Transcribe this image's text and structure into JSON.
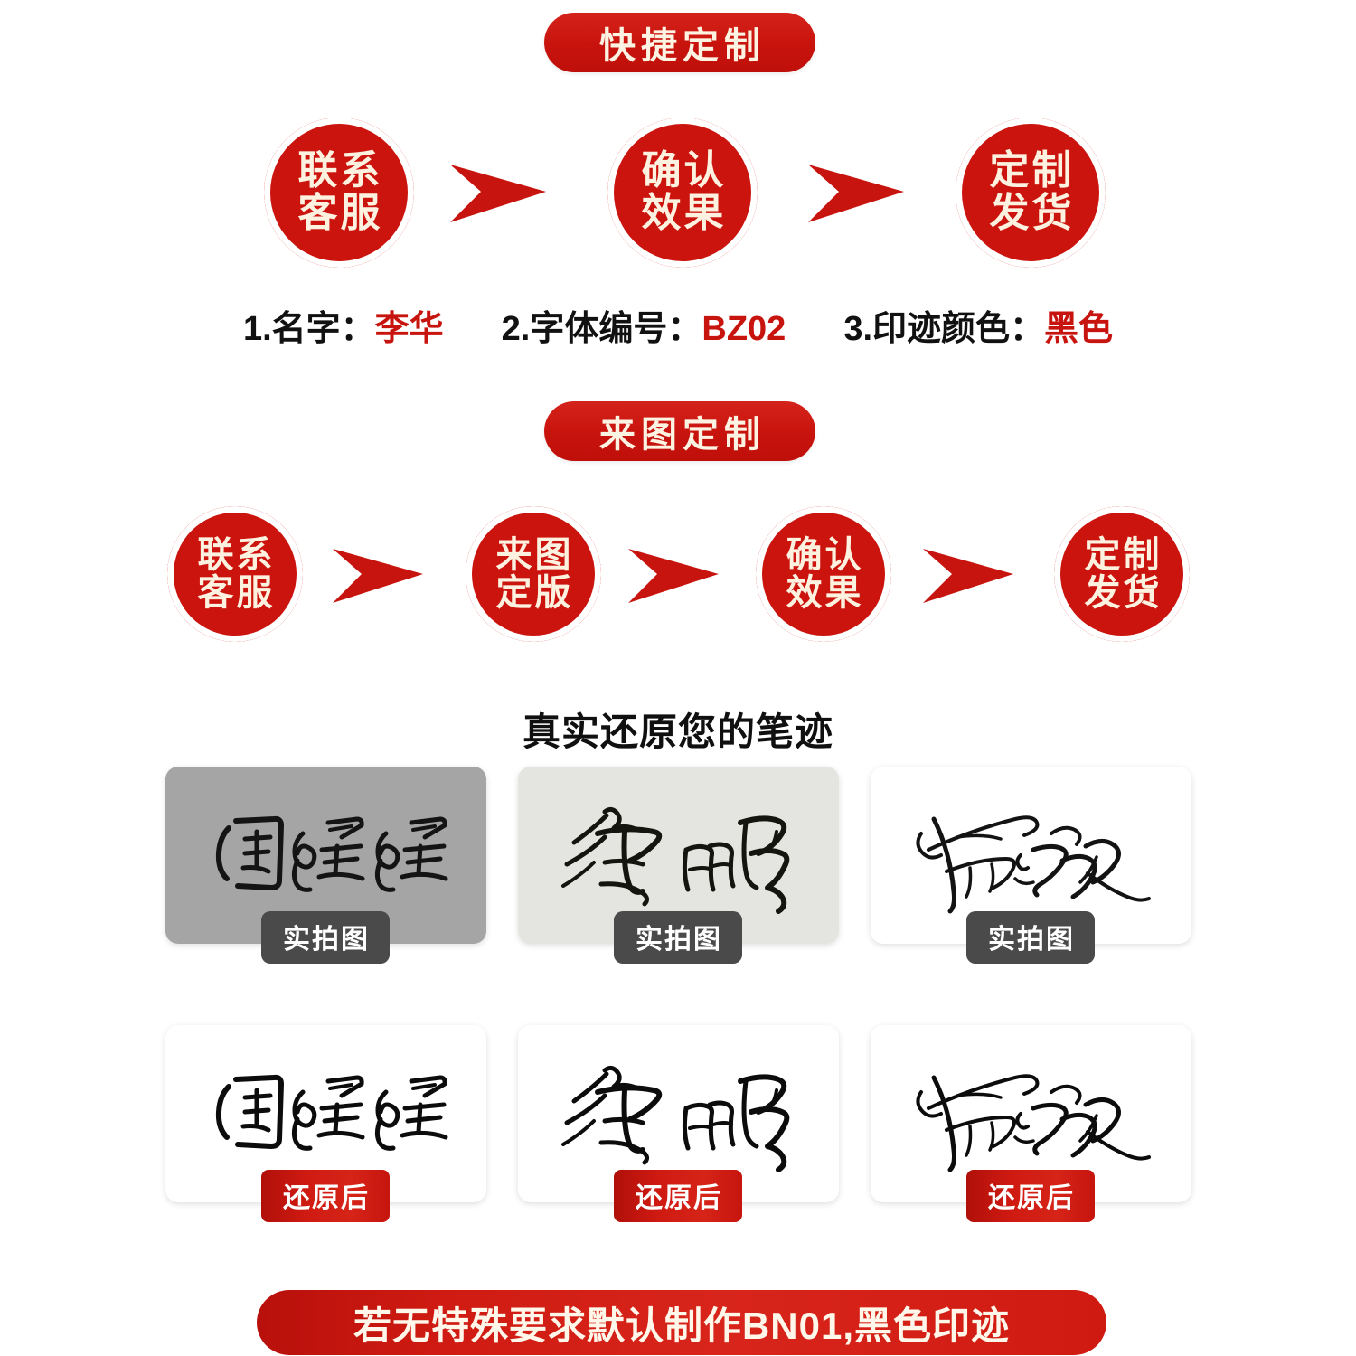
{
  "banners": {
    "quick_custom": "快捷定制",
    "image_custom": "来图定制",
    "footer_note": "若无特殊要求默认制作BN01,黑色印迹"
  },
  "flow_quick": {
    "steps": [
      {
        "line1": "联系",
        "line2": "客服"
      },
      {
        "line1": "确认",
        "line2": "效果"
      },
      {
        "line1": "定制",
        "line2": "发货"
      }
    ],
    "arrow_icon": "arrow-right-icon"
  },
  "flow_image": {
    "steps": [
      {
        "line1": "联系",
        "line2": "客服"
      },
      {
        "line1": "来图",
        "line2": "定版"
      },
      {
        "line1": "确认",
        "line2": "效果"
      },
      {
        "line1": "定制",
        "line2": "发货"
      }
    ],
    "arrow_icon": "arrow-right-icon"
  },
  "specs": [
    {
      "index": "1.",
      "label": "名字：",
      "value": "李华"
    },
    {
      "index": "2.",
      "label": "字体编号：",
      "value": "BZ02"
    },
    {
      "index": "3.",
      "label": "印迹颜色：",
      "value": "黑色"
    }
  ],
  "section_heading": "真实还原您的笔迹",
  "samples": {
    "real_row": {
      "badge_label": "实拍图",
      "cards": [
        {
          "name": "围猩猩",
          "bg": "#a5a5a5"
        },
        {
          "name": "徐鹏",
          "bg": "#e4e4e0"
        },
        {
          "name": "蔡江敏",
          "bg": "#ffffff"
        }
      ]
    },
    "restored_row": {
      "badge_label": "还原后",
      "cards": [
        {
          "name": "围猩猩",
          "bg": "#ffffff"
        },
        {
          "name": "徐鹏",
          "bg": "#ffffff"
        },
        {
          "name": "蔡江敏",
          "bg": "#ffffff"
        }
      ]
    }
  },
  "colors": {
    "brand_red": "#cc140e",
    "banner_cream": "#fdf1e0",
    "badge_dark": "#4a4a4a",
    "spec_value_red": "#c8140e"
  }
}
